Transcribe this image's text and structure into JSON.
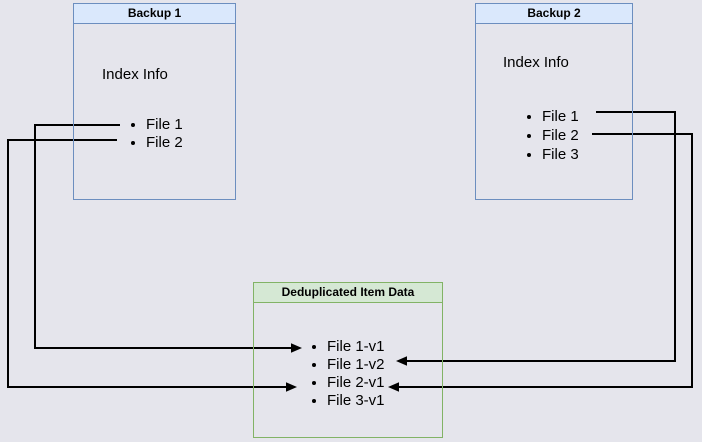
{
  "diagram": {
    "backup1": {
      "title": "Backup 1",
      "subtitle": "Index Info",
      "items": [
        "File 1",
        "File 2"
      ]
    },
    "backup2": {
      "title": "Backup 2",
      "subtitle": "Index Info",
      "items": [
        "File 1",
        "File 2",
        "File 3"
      ]
    },
    "dedup": {
      "title": "Deduplicated Item Data",
      "items": [
        "File 1-v1",
        "File 1-v2",
        "File 2-v1",
        "File 3-v1"
      ]
    },
    "connections": [
      {
        "from": "Backup 1 / File 1",
        "to": "File 1-v1"
      },
      {
        "from": "Backup 1 / File 2",
        "to": "File 2-v1"
      },
      {
        "from": "Backup 2 / File 1",
        "to": "File 1-v2"
      },
      {
        "from": "Backup 2 / File 2",
        "to": "File 2-v1"
      }
    ],
    "colors": {
      "background": "#e5e5ec",
      "blue_box_border": "#6c8ebf",
      "blue_box_header_fill": "#dae8fc",
      "green_box_border": "#82b366",
      "green_box_header_fill": "#d5e8d4",
      "connector": "#000000",
      "text": "#000000"
    }
  }
}
